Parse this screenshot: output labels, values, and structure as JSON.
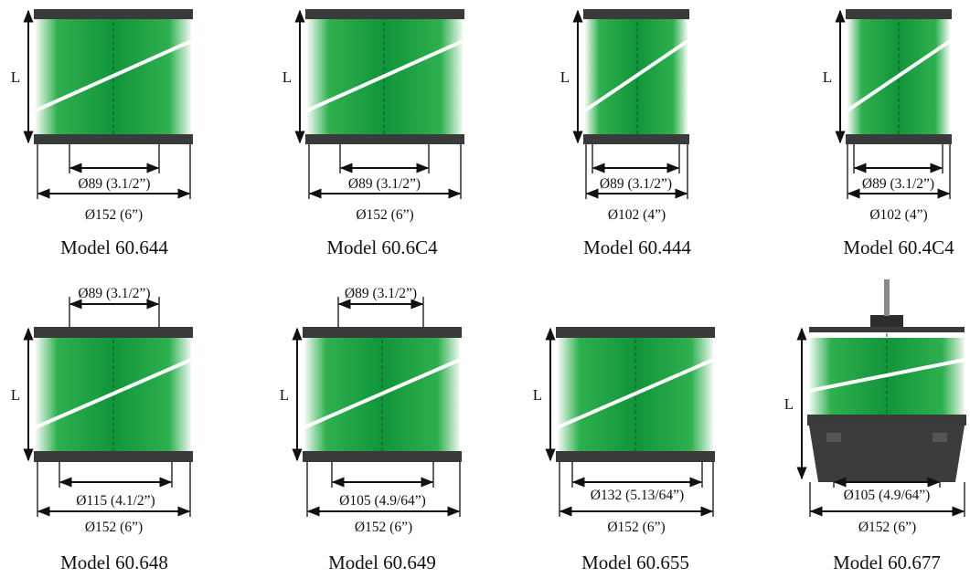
{
  "models": [
    {
      "label": "Model 60.644",
      "length_label": "L",
      "dims": [
        "Ø89 (3.1/2”)",
        "Ø152 (6”)"
      ],
      "variant": "standard"
    },
    {
      "label": "Model 60.6C4",
      "length_label": "L",
      "dims": [
        "Ø89 (3.1/2”)",
        "Ø152 (6”)"
      ],
      "variant": "standard"
    },
    {
      "label": "Model 60.444",
      "length_label": "L",
      "dims": [
        "Ø89 (3.1/2”)",
        "Ø102 (4”)"
      ],
      "variant": "standard"
    },
    {
      "label": "Model 60.4C4",
      "length_label": "L",
      "dims": [
        "Ø89 (3.1/2”)",
        "Ø102 (4”)"
      ],
      "variant": "standard"
    },
    {
      "label": "Model 60.648",
      "length_label": "L",
      "dims": [
        "Ø89 (3.1/2”)",
        "Ø115 (4.1/2”)",
        "Ø152 (6”)"
      ],
      "variant": "top-and-bottom"
    },
    {
      "label": "Model 60.649",
      "length_label": "L",
      "dims": [
        "Ø89 (3.1/2”)",
        "Ø105 (4.9/64”)",
        "Ø152 (6”)"
      ],
      "variant": "top-and-bottom"
    },
    {
      "label": "Model 60.655",
      "length_label": "L",
      "dims": [
        "Ø132 (5.13/64”)",
        "Ø152 (6”)"
      ],
      "variant": "wide-bottom"
    },
    {
      "label": "Model 60.677",
      "length_label": "L",
      "dims": [
        "Ø105 (4.9/64”)",
        "Ø152 (6”)"
      ],
      "variant": "stepped-base"
    }
  ],
  "colors": {
    "body_green": "#1aa33c",
    "cap": "#3a3a3a",
    "stripe": "#ffffff"
  }
}
